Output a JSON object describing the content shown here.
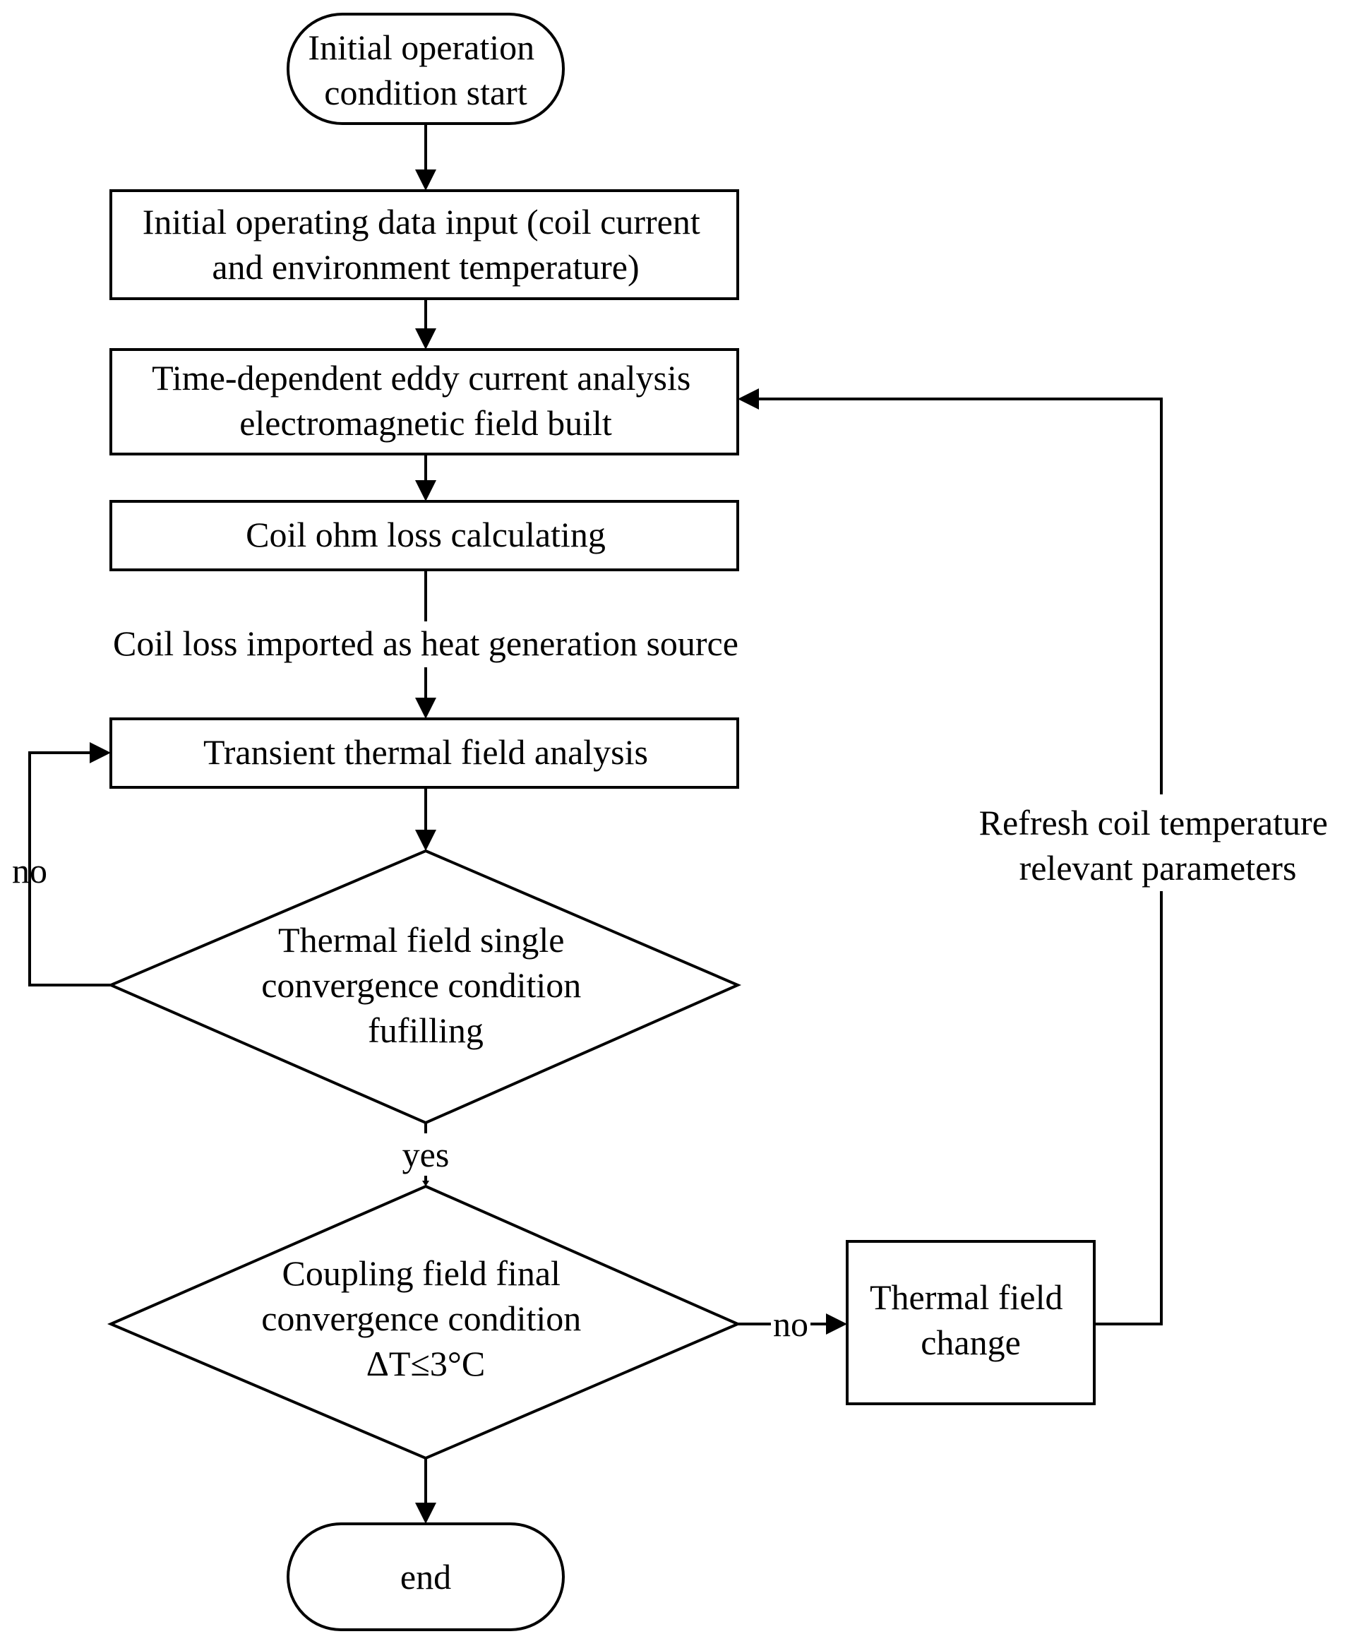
{
  "nodes": {
    "start": {
      "lines": [
        "Initial operation",
        "condition start"
      ]
    },
    "data_input": {
      "lines": [
        "Initial operating data input (coil current",
        "and environment temperature)"
      ]
    },
    "eddy_analysis": {
      "lines": [
        "Time-dependent eddy current analysis",
        "electromagnetic field built"
      ]
    },
    "ohm_loss": {
      "lines": [
        "Coil ohm loss calculating"
      ]
    },
    "transient_thermal": {
      "lines": [
        "Transient thermal field analysis"
      ]
    },
    "single_convergence": {
      "lines": [
        "Thermal field single",
        "convergence condition",
        "fufilling"
      ]
    },
    "final_convergence": {
      "lines": [
        "Coupling field final",
        "convergence condition",
        "ΔT≤3°C"
      ]
    },
    "thermal_change": {
      "lines": [
        "Thermal field",
        "change"
      ]
    },
    "end": {
      "lines": [
        "end"
      ]
    }
  },
  "edges": {
    "heat_source": {
      "label": "Coil loss imported as heat generation source"
    },
    "single_no": {
      "label": "no"
    },
    "single_yes": {
      "label": "yes"
    },
    "final_no": {
      "label": "no"
    },
    "refresh": {
      "lines": [
        "Refresh coil temperature",
        "relevant parameters"
      ]
    }
  }
}
